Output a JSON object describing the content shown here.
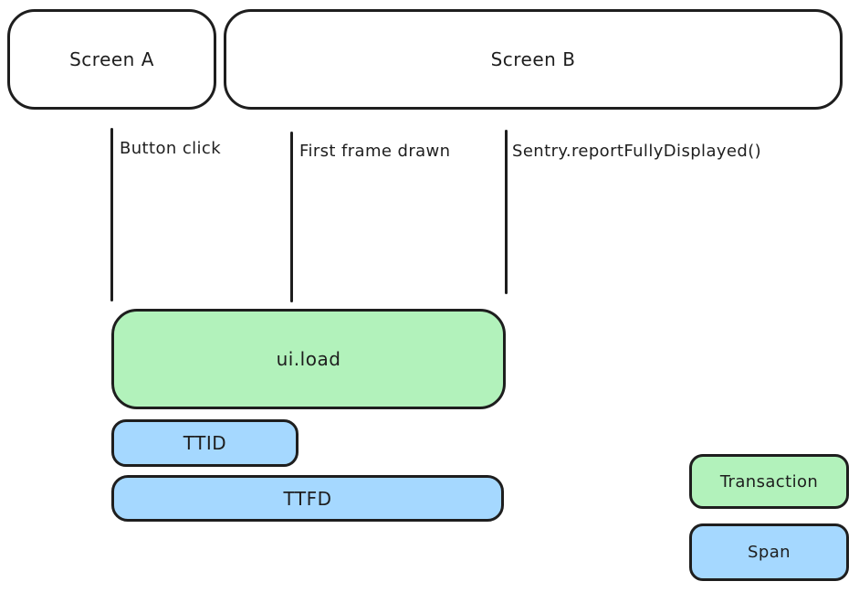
{
  "colors": {
    "stroke": "#1e1e1e",
    "transaction-fill": "#b2f2bb",
    "span-fill": "#a5d8ff",
    "background": "#ffffff"
  },
  "screens": {
    "a": "Screen A",
    "b": "Screen B"
  },
  "events": [
    {
      "label": "Button click"
    },
    {
      "label": "First frame drawn"
    },
    {
      "label": "Sentry.reportFullyDisplayed()"
    }
  ],
  "bars": {
    "transaction": "ui.load",
    "ttid": "TTID",
    "ttfd": "TTFD"
  },
  "legend": {
    "transaction": "Transaction",
    "span": "Span"
  }
}
